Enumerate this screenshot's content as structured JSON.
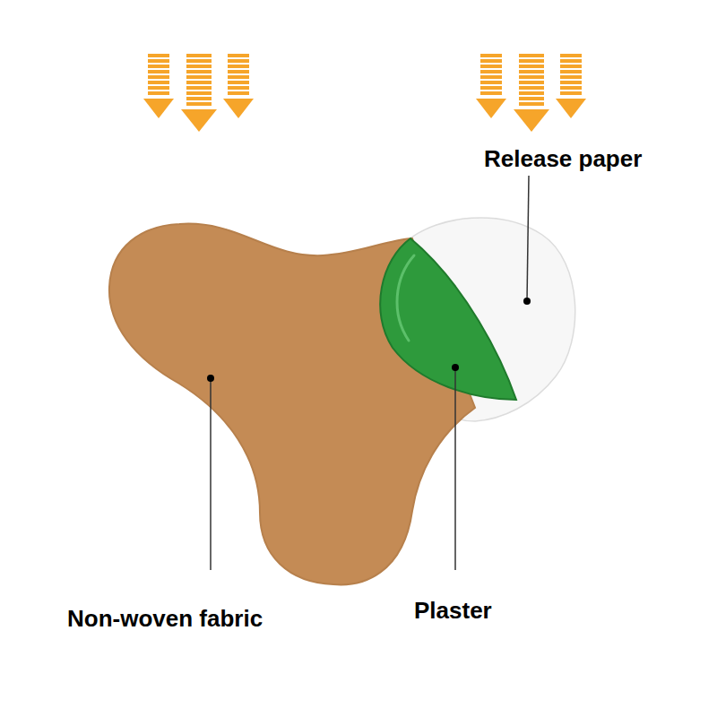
{
  "diagram": {
    "labels": [
      "Release paper",
      "Plaster",
      "Non-woven fabric"
    ]
  }
}
